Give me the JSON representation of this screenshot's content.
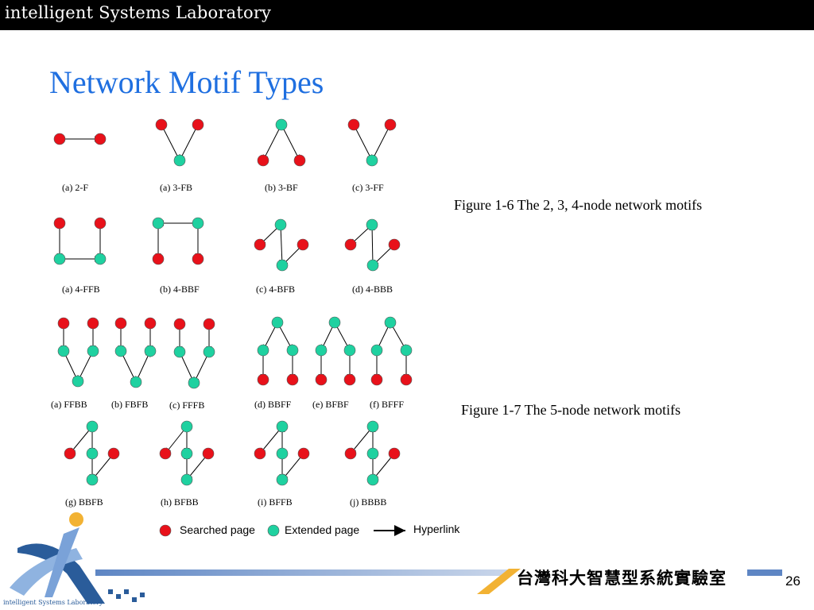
{
  "header": {
    "title": "intelligent Systems Laboratory"
  },
  "slide": {
    "title": "Network Motif Types",
    "page_number": "26"
  },
  "figures": {
    "fig16_caption": "Figure 1-6 The 2, 3, 4-node network motifs",
    "fig17_caption": "Figure 1-7 The 5-node network motifs"
  },
  "motifs": {
    "two_f": "(a) 2-F",
    "three_fb": "(a) 3-FB",
    "three_bf": "(b) 3-BF",
    "three_ff": "(c) 3-FF",
    "four_ffb": "(a) 4-FFB",
    "four_bbf": "(b) 4-BBF",
    "four_bfb": "(c) 4-BFB",
    "four_bbb": "(d) 4-BBB",
    "five_ffbb": "(a) FFBB",
    "five_fbfb": "(b) FBFB",
    "five_fffb": "(c) FFFB",
    "five_bbff": "(d) BBFF",
    "five_bfbf": "(e) BFBF",
    "five_bfff": "(f) BFFF",
    "five_bbfb": "(g) BBFB",
    "five_bfbb": "(h) BFBB",
    "five_bffb": "(i) BFFB",
    "five_bbbb": "(j) BBBB"
  },
  "legend": {
    "searched": "Searched page",
    "extended": "Extended page",
    "hyperlink": "Hyperlink"
  },
  "footer": {
    "lab_name_cn": "台灣科大智慧型系統實驗室",
    "logo_caption": "intelligent Systems Laboratory"
  },
  "colors": {
    "searched_node": "#e8111a",
    "extended_node": "#1fd1a0",
    "title_blue": "#1f6fe0",
    "footer_bar_blue": "#5e86c4"
  }
}
